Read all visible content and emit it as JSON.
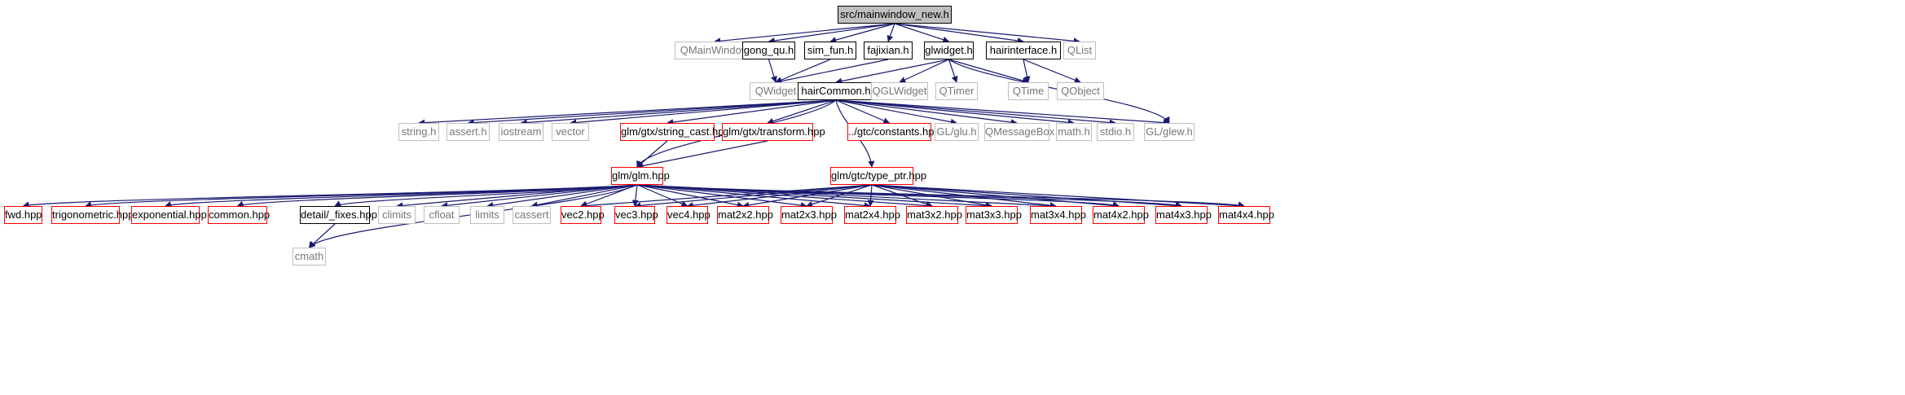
{
  "graph": {
    "colors": {
      "edge": "#191970",
      "documented_border": "#000000",
      "truncated_border": "#ff0000",
      "undocumented_border": "#bfbfbf",
      "root_fill": "#bfbfbf"
    },
    "nodes": {
      "root": {
        "label": "src/mainwindow_new.h"
      },
      "qmainwindow": {
        "label": "QMainWindow"
      },
      "gong_qu": {
        "label": "gong_qu.h"
      },
      "sim_fun": {
        "label": "sim_fun.h"
      },
      "fajixian": {
        "label": "fajixian.h"
      },
      "glwidget": {
        "label": "glwidget.h"
      },
      "hairinterface": {
        "label": "hairinterface.h"
      },
      "qlist": {
        "label": "QList"
      },
      "qwidget": {
        "label": "QWidget"
      },
      "hairCommon": {
        "label": "hairCommon.h"
      },
      "qglwidget": {
        "label": "QGLWidget"
      },
      "qtimer": {
        "label": "QTimer"
      },
      "qtime": {
        "label": "QTime"
      },
      "qobject": {
        "label": "QObject"
      },
      "string_h": {
        "label": "string.h"
      },
      "assert_h": {
        "label": "assert.h"
      },
      "iostream": {
        "label": "iostream"
      },
      "vector": {
        "label": "vector"
      },
      "string_cast": {
        "label": "glm/gtx/string_cast.hpp"
      },
      "transform": {
        "label": "glm/gtx/transform.hpp"
      },
      "constants": {
        "label": "../gtc/constants.hpp"
      },
      "glu_h": {
        "label": "GL/glu.h"
      },
      "qmessagebox": {
        "label": "QMessageBox"
      },
      "math_h": {
        "label": "math.h"
      },
      "stdio_h": {
        "label": "stdio.h"
      },
      "glew_h": {
        "label": "GL/glew.h"
      },
      "glm_hpp": {
        "label": "glm/glm.hpp"
      },
      "type_ptr": {
        "label": "glm/gtc/type_ptr.hpp"
      },
      "fwd": {
        "label": "fwd.hpp"
      },
      "trigonometric": {
        "label": "trigonometric.hpp"
      },
      "exponential": {
        "label": "exponential.hpp"
      },
      "common": {
        "label": "common.hpp"
      },
      "fixes": {
        "label": "detail/_fixes.hpp"
      },
      "climits": {
        "label": "climits"
      },
      "cfloat": {
        "label": "cfloat"
      },
      "limits": {
        "label": "limits"
      },
      "cassert": {
        "label": "cassert"
      },
      "vec2": {
        "label": "vec2.hpp"
      },
      "vec3": {
        "label": "vec3.hpp"
      },
      "vec4": {
        "label": "vec4.hpp"
      },
      "mat2x2": {
        "label": "mat2x2.hpp"
      },
      "mat2x3": {
        "label": "mat2x3.hpp"
      },
      "mat2x4": {
        "label": "mat2x4.hpp"
      },
      "mat3x2": {
        "label": "mat3x2.hpp"
      },
      "mat3x3": {
        "label": "mat3x3.hpp"
      },
      "mat3x4": {
        "label": "mat3x4.hpp"
      },
      "mat4x2": {
        "label": "mat4x2.hpp"
      },
      "mat4x3": {
        "label": "mat4x3.hpp"
      },
      "mat4x4": {
        "label": "mat4x4.hpp"
      },
      "cmath": {
        "label": "cmath"
      }
    }
  }
}
